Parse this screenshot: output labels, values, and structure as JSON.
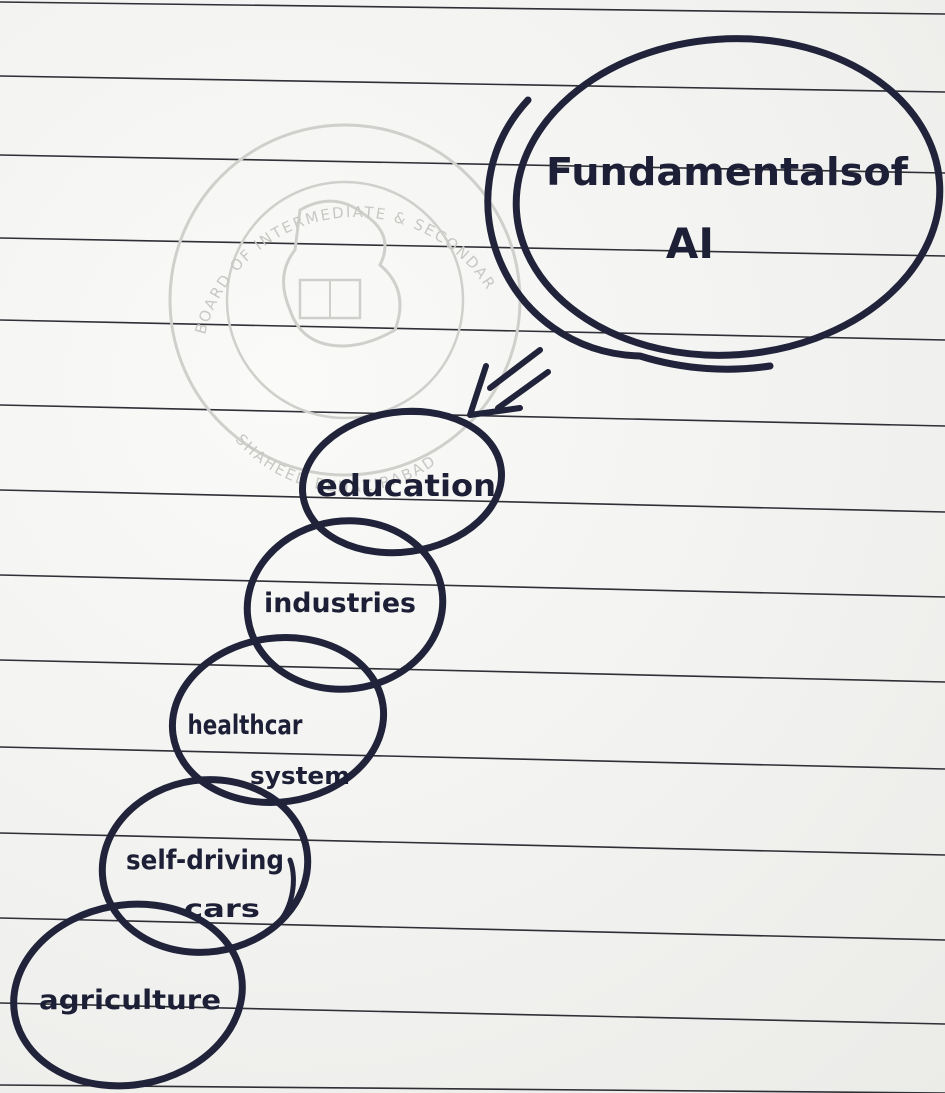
{
  "diagram": {
    "root": {
      "line1": "Fundamentalsof",
      "line2": "AI"
    },
    "nodes": [
      {
        "lines": [
          "education"
        ]
      },
      {
        "lines": [
          "industries"
        ]
      },
      {
        "lines": [
          "healthcar",
          "system"
        ]
      },
      {
        "lines": [
          "self-driving",
          "cars"
        ]
      },
      {
        "lines": [
          "agriculture"
        ]
      }
    ]
  },
  "watermark": {
    "text": "BOARD OF INTERMEDIATE & SECONDARY EDUCATION",
    "bottom_text": "SHAHEED BENAZIRABAD"
  },
  "colors": {
    "paper": "#f3f3f1",
    "ink": "#20233a",
    "rule": "#1a1a22",
    "seal": "#cfcfcc"
  }
}
